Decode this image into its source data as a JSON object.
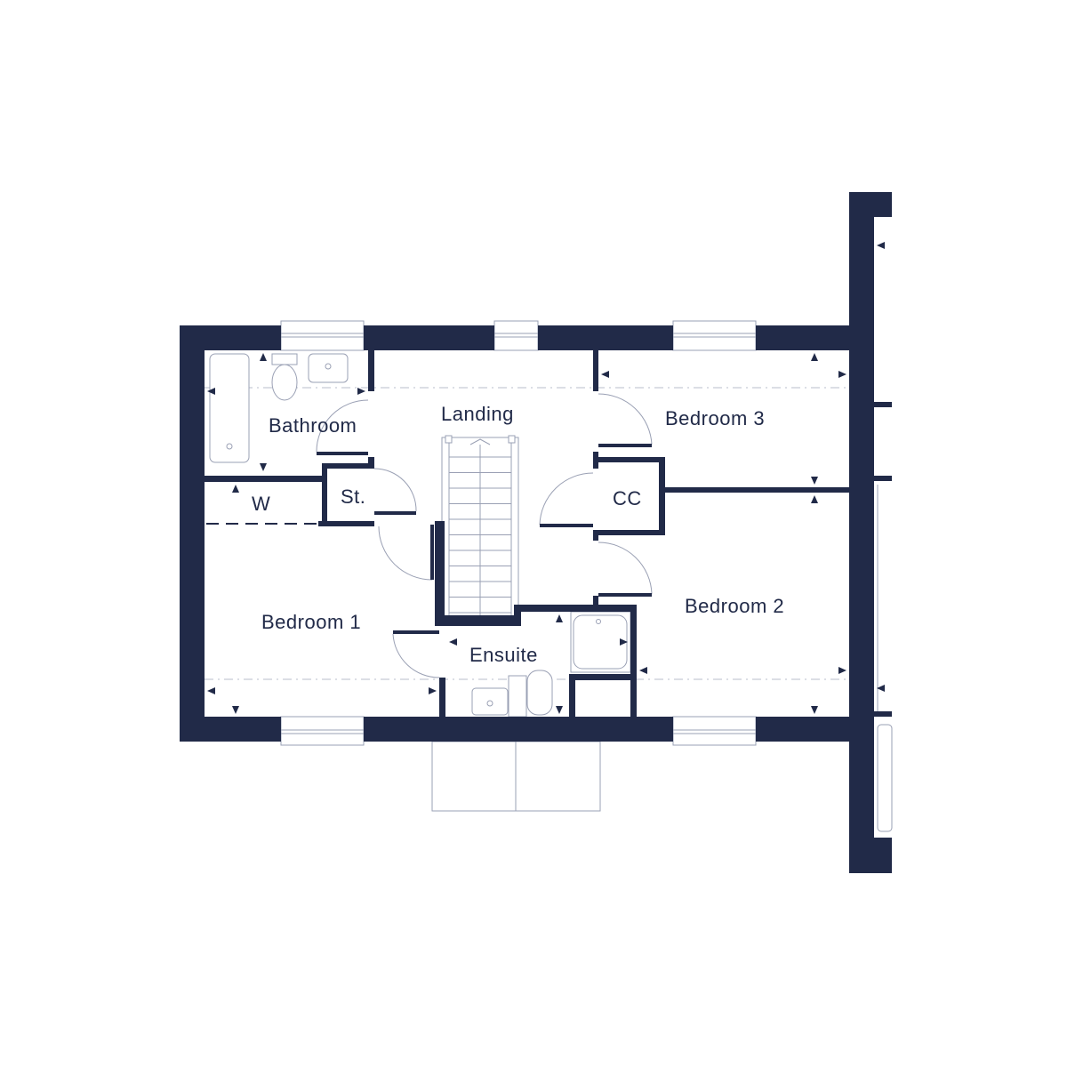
{
  "plan": {
    "wall_color": "#212a48",
    "rooms": {
      "bathroom": "Bathroom",
      "landing": "Landing",
      "bedroom3": "Bedroom 3",
      "w": "W",
      "store": "St.",
      "cc": "CC",
      "bedroom1": "Bedroom 1",
      "bedroom2": "Bedroom 2",
      "ensuite": "Ensuite"
    }
  }
}
